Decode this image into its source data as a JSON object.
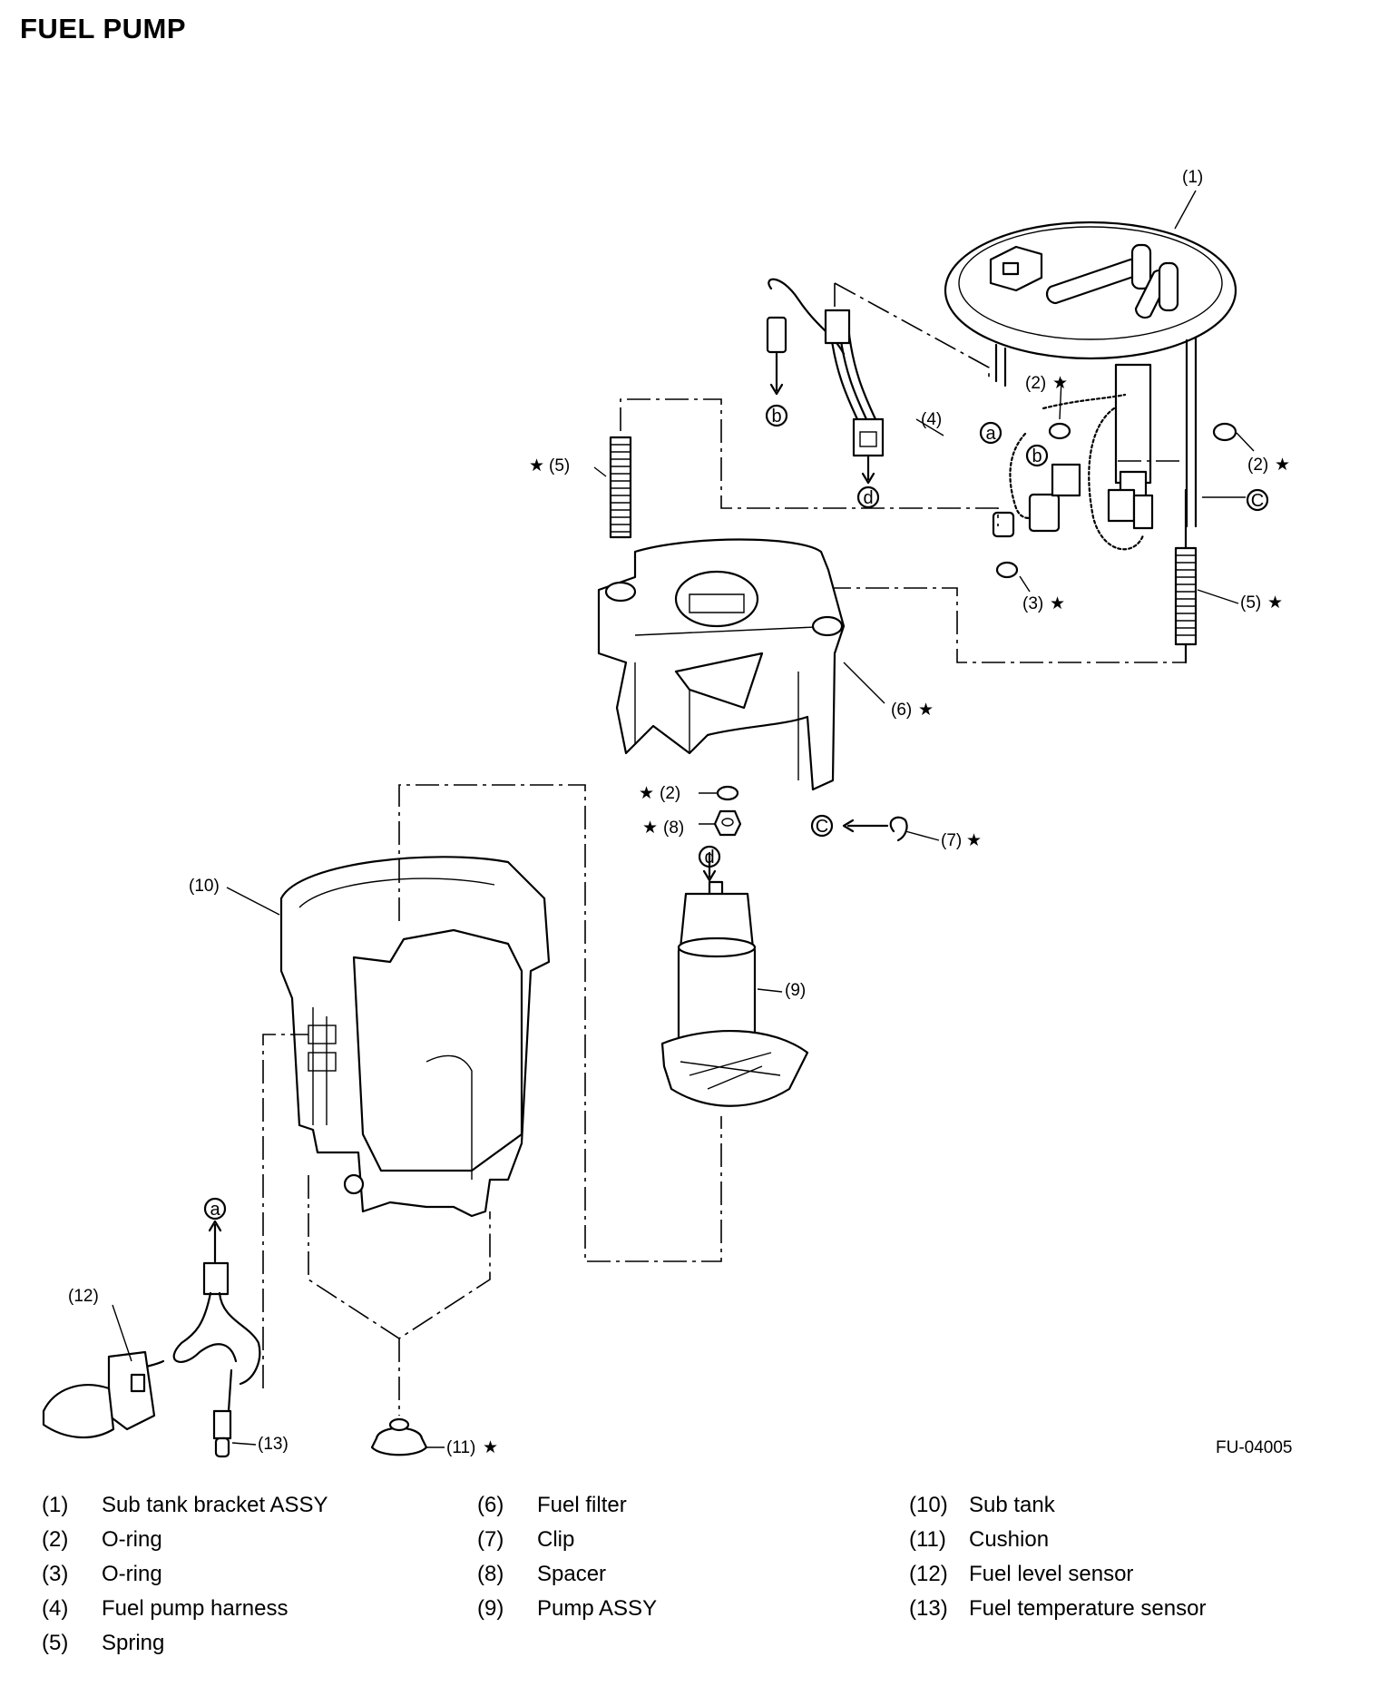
{
  "title": "FUEL PUMP",
  "figure_id": "FU-04005",
  "callouts": {
    "c1": "(1)",
    "c2a": "(2)",
    "c2b": "(2)",
    "c2c": "(2)",
    "c3": "(3)",
    "c4": "(4)",
    "c5a": "(5)",
    "c5b": "(5)",
    "c6": "(6)",
    "c7": "(7)",
    "c8": "(8)",
    "c9": "(9)",
    "c10": "(10)",
    "c11": "(11)",
    "c12": "(12)",
    "c13": "(13)"
  },
  "markers": {
    "star": "★",
    "a": "a",
    "b": "b",
    "c": "C",
    "d": "d"
  },
  "legend": {
    "col1": [
      {
        "num": "(1)",
        "name": "Sub tank bracket ASSY"
      },
      {
        "num": "(2)",
        "name": "O-ring"
      },
      {
        "num": "(3)",
        "name": "O-ring"
      },
      {
        "num": "(4)",
        "name": "Fuel pump harness"
      },
      {
        "num": "(5)",
        "name": "Spring"
      }
    ],
    "col2": [
      {
        "num": "(6)",
        "name": "Fuel filter"
      },
      {
        "num": "(7)",
        "name": "Clip"
      },
      {
        "num": "(8)",
        "name": "Spacer"
      },
      {
        "num": "(9)",
        "name": "Pump ASSY"
      }
    ],
    "col3": [
      {
        "num": "(10)",
        "name": "Sub tank"
      },
      {
        "num": "(11)",
        "name": "Cushion"
      },
      {
        "num": "(12)",
        "name": "Fuel level sensor"
      },
      {
        "num": "(13)",
        "name": "Fuel temperature sensor"
      }
    ]
  }
}
